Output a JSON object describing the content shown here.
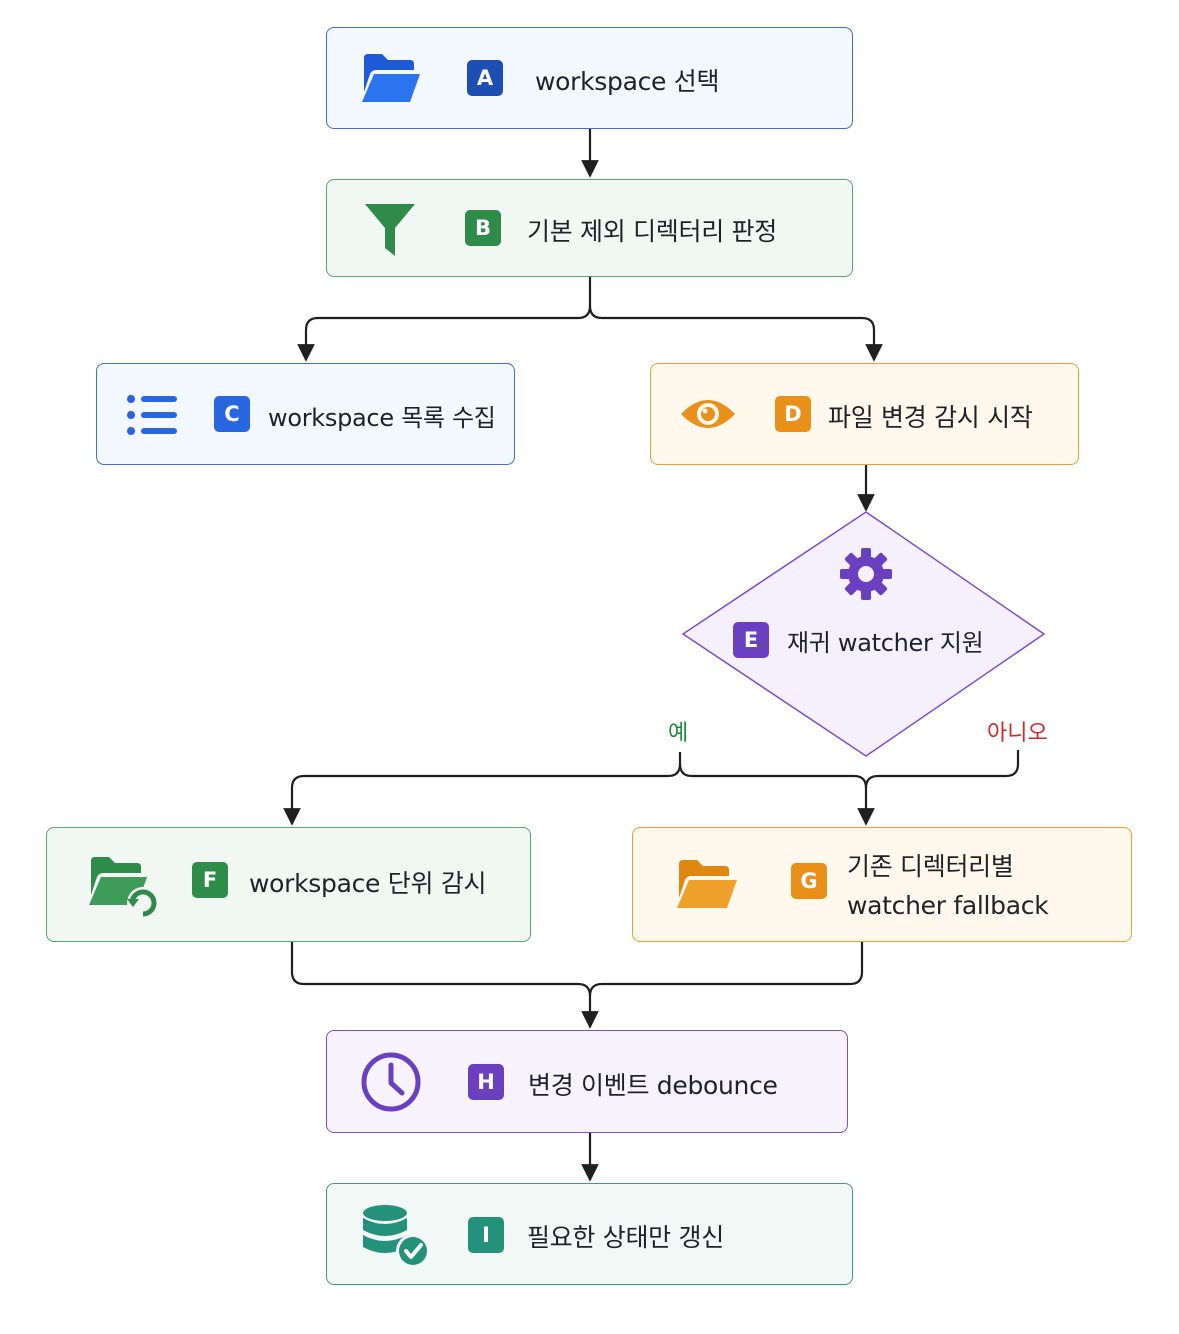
{
  "nodes": {
    "a": {
      "badge": "A",
      "label": "workspace 선택",
      "icon": "folder-open-icon",
      "color": "#1d4fb3"
    },
    "b": {
      "badge": "B",
      "label": "기본 제외 디렉터리 판정",
      "icon": "filter-icon",
      "color": "#2e8b48"
    },
    "c": {
      "badge": "C",
      "label": "workspace 목록 수집",
      "icon": "list-icon",
      "color": "#2766de"
    },
    "d": {
      "badge": "D",
      "label": "파일 변경 감시 시작",
      "icon": "eye-icon",
      "color": "#e8901a"
    },
    "e": {
      "badge": "E",
      "label": "재귀 watcher 지원",
      "icon": "gear-icon",
      "color": "#6a3fc0"
    },
    "f": {
      "badge": "F",
      "label": "workspace 단위 감시",
      "icon": "folder-sync-icon",
      "color": "#2e8b48"
    },
    "g": {
      "badge": "G",
      "label_line1": "기존 디렉터리별",
      "label_line2": "watcher fallback",
      "icon": "folder-icon",
      "color": "#e8901a"
    },
    "h": {
      "badge": "H",
      "label": "변경 이벤트 debounce",
      "icon": "clock-icon",
      "color": "#6a3fc0"
    },
    "i": {
      "badge": "I",
      "label": "필요한 상태만 갱신",
      "icon": "database-check-icon",
      "color": "#24917a"
    }
  },
  "edges": {
    "yes_label": "예",
    "no_label": "아니오",
    "yes_color": "#1f8a3c",
    "no_color": "#d12a2a"
  }
}
